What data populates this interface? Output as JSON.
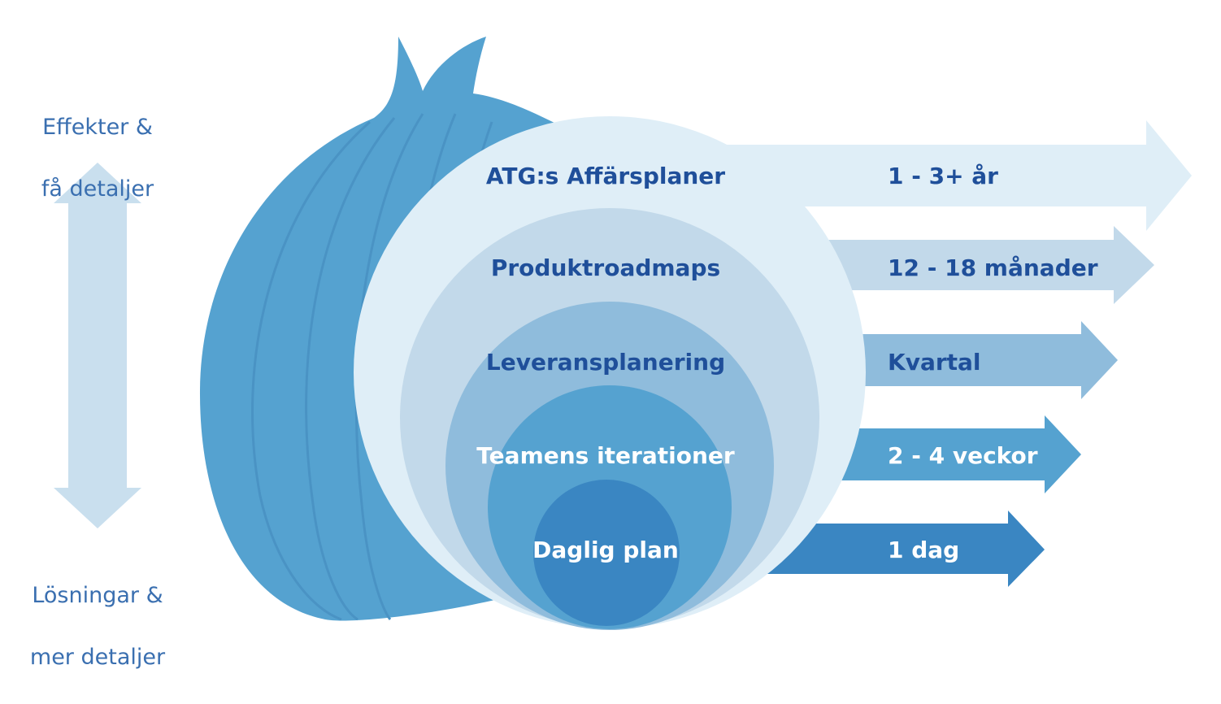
{
  "side_labels": {
    "top_line1": "Effekter &",
    "top_line2": "få detaljer",
    "bottom_line1": "Lösningar &",
    "bottom_line2": "mer detaljer"
  },
  "layers": [
    {
      "label": "ATG:s Affärsplaner",
      "horizon": "1 - 3+ år",
      "fill": "#dfeef7",
      "text_color": "#1f4f9a",
      "horizon_color": "#1f4f9a"
    },
    {
      "label": "Produktroadmaps",
      "horizon": "12 - 18 månader",
      "fill": "#c2d9ea",
      "text_color": "#1f4f9a",
      "horizon_color": "#1f4f9a"
    },
    {
      "label": "Leveransplanering",
      "horizon": "Kvartal",
      "fill": "#8fbcdc",
      "text_color": "#1f4f9a",
      "horizon_color": "#1f4f9a"
    },
    {
      "label": "Teamens iterationer",
      "horizon": "2 - 4 veckor",
      "fill": "#55a2d0",
      "text_color": "#ffffff",
      "horizon_color": "#ffffff"
    },
    {
      "label": "Daglig plan",
      "horizon": "1 dag",
      "fill": "#3a86c2",
      "text_color": "#ffffff",
      "horizon_color": "#ffffff"
    }
  ],
  "colors": {
    "onion_body": "#55a2d0",
    "onion_lines": "#4a93c4",
    "side_text": "#3a6fb0",
    "side_arrow": "#c9dfee"
  },
  "icons": {
    "onion": "onion-icon",
    "vertical_arrow": "double-headed-arrow-icon"
  }
}
